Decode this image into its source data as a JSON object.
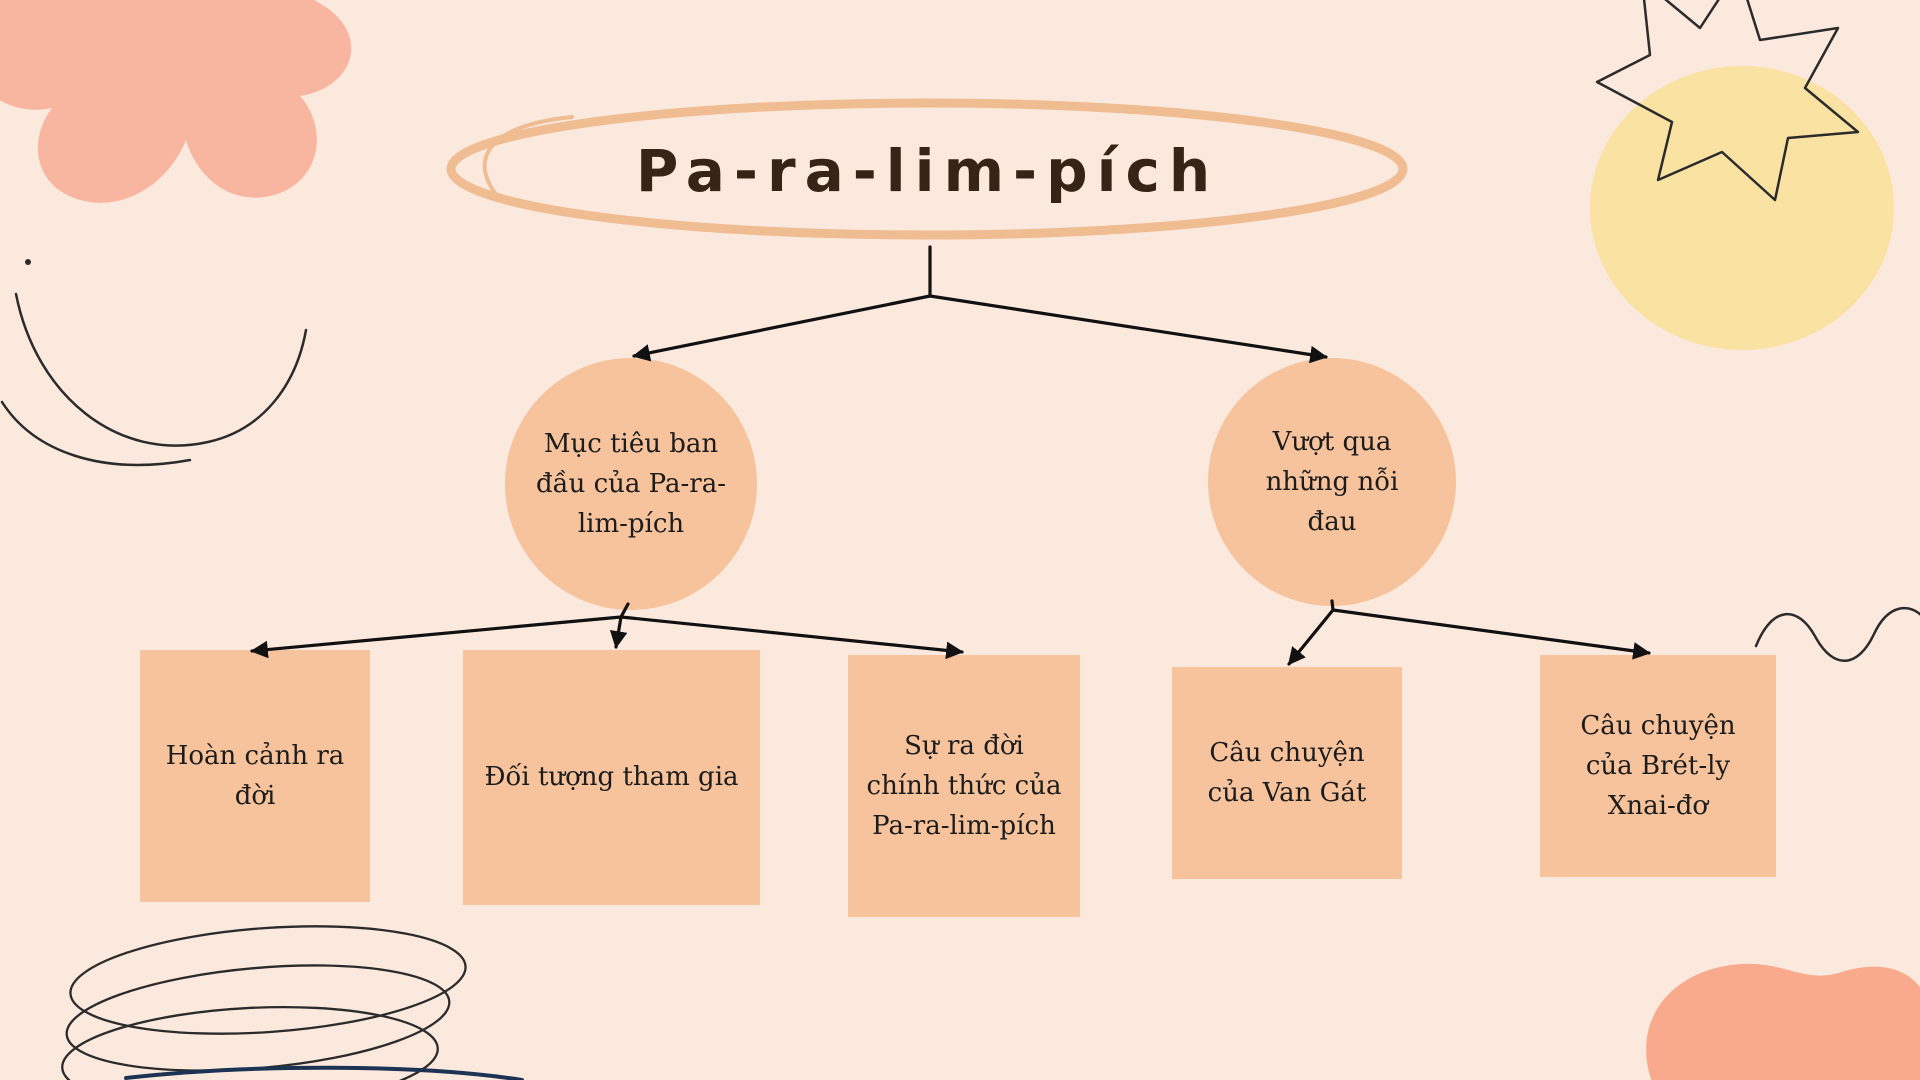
{
  "title": "Pa-ra-lim-pích",
  "colors": {
    "background": "#fce9de",
    "node_fill": "#f6c39c",
    "title_ring": "#f0bc92",
    "title_text": "#362517",
    "arrow": "#111111",
    "doodle": "#2b2b2b",
    "blob_pink": "#f8b5a0",
    "blob_coral": "#f9a98c",
    "blob_yellow": "#fae2a2",
    "line_navy": "#1d3354"
  },
  "branches": [
    {
      "label": "Mục tiêu ban đầu của Pa-ra-lim-pích",
      "children": [
        "Hoàn cảnh ra đời",
        "Đối tượng tham gia",
        "Sự ra đời chính thức của Pa-ra-lim-pích"
      ]
    },
    {
      "label": "Vượt qua những nỗi đau",
      "children": [
        "Câu chuyện của Van Gát",
        "Câu chuyện của Brét-ly Xnai-đơ"
      ]
    }
  ]
}
